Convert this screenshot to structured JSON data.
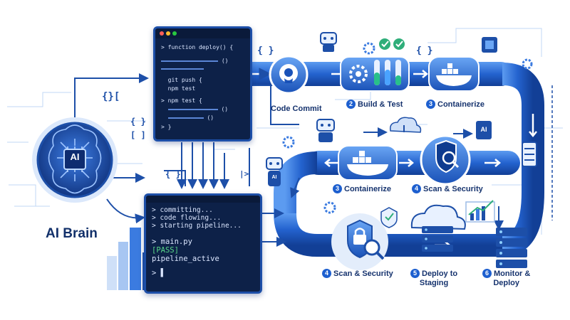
{
  "brain": {
    "title": "AI Brain",
    "core_label": "AI"
  },
  "code_terminal": {
    "lines": [
      "> function deploy() {",
      "> ",
      "  git push {",
      "  npm test",
      "> npm test {",
      "> }"
    ]
  },
  "console_terminal": {
    "lines": [
      "> committing...",
      "> code flowing...",
      "> starting pipeline...",
      "> main.py",
      "[PASS]",
      "pipeline_active",
      "> ▌"
    ]
  },
  "stages": {
    "code_commit": "Code Commit",
    "build_test": {
      "num": "2",
      "label": "Build & Test"
    },
    "containerize_top": {
      "num": "3",
      "label": "Containerize"
    },
    "containerize_mid": {
      "num": "3",
      "label": "Containerize"
    },
    "scan_mid": {
      "num": "4",
      "label": "Scan & Security"
    },
    "scan_bottom": {
      "num": "4",
      "label": "Scan & Security"
    },
    "deploy_staging": {
      "num": "5",
      "label_line1": "Deploy to",
      "label_line2": "Staging"
    },
    "monitor_deploy": {
      "num": "6",
      "label_line1": "Monitor &",
      "label_line2": "Deploy"
    }
  },
  "decor": {
    "braces_1": "{ }",
    "braces_2": "{ }",
    "braces_3": "{}[",
    "braces_4": "{ }",
    "braces_5": "[ ]",
    "braces_6": "{ }",
    "tag_1": "|>",
    "chip_label": "AI",
    "robot_chip": "AI"
  },
  "icons": [
    "github-icon",
    "gear-icon",
    "test-tubes-icon",
    "docker-icon",
    "shield-search-icon",
    "lock-search-icon",
    "cloud-server-icon",
    "server-rack-icon",
    "robot-icon",
    "chip-icon",
    "chart-icon",
    "checkmark-icon"
  ],
  "colors": {
    "primary": "#1d5fcf",
    "dark": "#0d2148",
    "pipe": "#1f5ec9",
    "pipe_light": "#4f8fe6",
    "label": "#16336e",
    "pass": "#59d98a",
    "check": "#2fae7a"
  }
}
